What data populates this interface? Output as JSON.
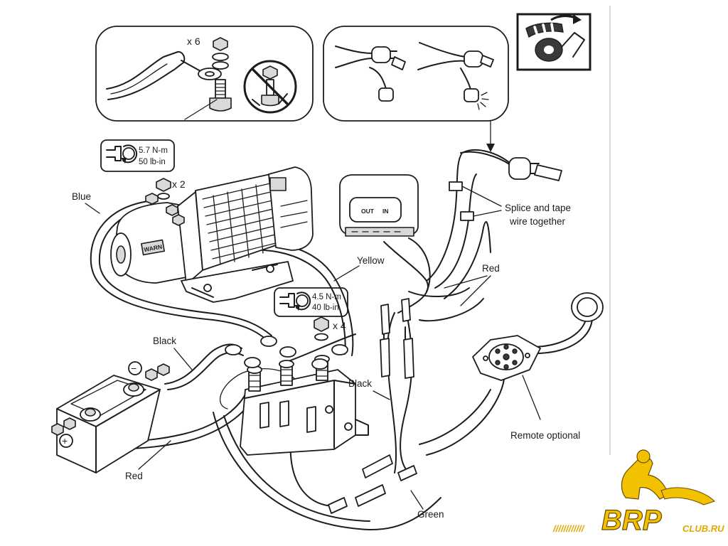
{
  "labels": {
    "blue": "Blue",
    "yellow": "Yellow",
    "black_left": "Black",
    "black_center": "Black",
    "red_left": "Red",
    "red_right": "Red",
    "green": "Green",
    "splice_line1": "Splice and tape",
    "splice_line2": "wire together",
    "remote_optional": "Remote optional"
  },
  "torque_specs": {
    "top": {
      "nm": "5.7 N-m",
      "lbin": "50 lb-in",
      "qty": "x 2"
    },
    "middle": {
      "nm": "4.5 N-m",
      "lbin": "40 lb-in",
      "qty": "x 4"
    }
  },
  "inset_top_left": {
    "qty": "x 6"
  },
  "switch": {
    "out": "OUT",
    "in": "IN"
  },
  "winch_badge": "WARN",
  "battery_terminals": {
    "negative": "−",
    "positive": "+"
  },
  "watermark": {
    "brand": "BRP",
    "suffix": "CLUB.RU",
    "stripes": "////////////",
    "color_primary": "#f2c200",
    "color_outline": "#6b4a00"
  },
  "colors": {
    "line": "#1c1c1c",
    "background": "#ffffff",
    "logo_yellow": "#f2c200"
  }
}
